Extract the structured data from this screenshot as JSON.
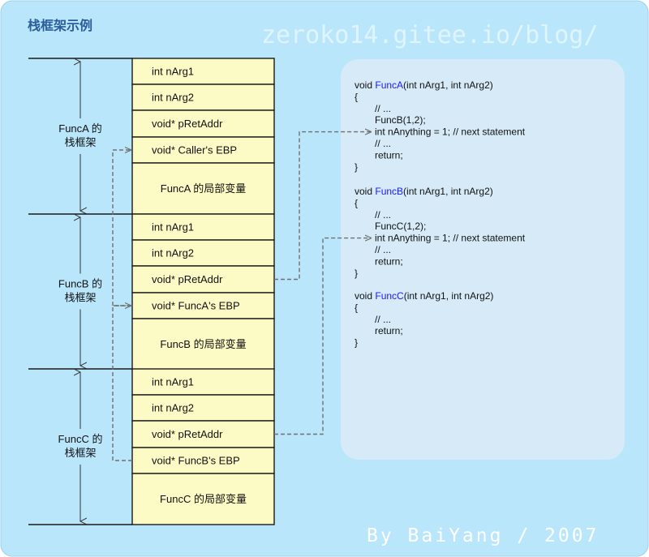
{
  "title": "栈框架示例",
  "watermark": "zeroko14.gitee.io/blog/",
  "byline": "By BaiYang / 2007",
  "colors": {
    "background": "#b9e6fb",
    "panel": "#d6ebf7",
    "cell_fill": "#fdfbc5",
    "cell_stroke": "#1a1a1a",
    "arrow": "#707070",
    "function_name": "#1a1aff"
  },
  "frames": [
    {
      "label_line1": "FuncA 的",
      "label_line2": "栈框架",
      "cells": [
        "int nArg1",
        "int nArg2",
        "void* pRetAddr",
        "void* Caller's EBP",
        "FuncA 的局部变量"
      ]
    },
    {
      "label_line1": "FuncB 的",
      "label_line2": "栈框架",
      "cells": [
        "int nArg1",
        "int nArg2",
        "void* pRetAddr",
        "void* FuncA's EBP",
        "FuncB 的局部变量"
      ]
    },
    {
      "label_line1": "FuncC 的",
      "label_line2": "栈框架",
      "cells": [
        "int nArg1",
        "int nArg2",
        "void* pRetAddr",
        "void* FuncB's EBP",
        "FuncC 的局部变量"
      ]
    }
  ],
  "code_blocks": [
    {
      "lines": [
        {
          "pre": "void ",
          "fn": "FuncA",
          "post": "(int nArg1, int nArg2)",
          "indent": 0
        },
        {
          "pre": "{",
          "indent": 0
        },
        {
          "pre": "// ...",
          "indent": 1
        },
        {
          "pre": "FuncB(1,2);",
          "indent": 1
        },
        {
          "pre": "int nAnything = 1; // next statement",
          "indent": 1
        },
        {
          "pre": "// ...",
          "indent": 1
        },
        {
          "pre": "return;",
          "indent": 1
        },
        {
          "pre": "}",
          "indent": 0
        }
      ]
    },
    {
      "lines": [
        {
          "pre": "void ",
          "fn": "FuncB",
          "post": "(int nArg1, int nArg2)",
          "indent": 0
        },
        {
          "pre": "{",
          "indent": 0
        },
        {
          "pre": "// ...",
          "indent": 1
        },
        {
          "pre": "FuncC(1,2);",
          "indent": 1
        },
        {
          "pre": "int nAnything = 1; // next statement",
          "indent": 1
        },
        {
          "pre": "// ...",
          "indent": 1
        },
        {
          "pre": "return;",
          "indent": 1
        },
        {
          "pre": "}",
          "indent": 0
        }
      ]
    },
    {
      "lines": [
        {
          "pre": "void ",
          "fn": "FuncC",
          "post": "(int nArg1, int nArg2)",
          "indent": 0
        },
        {
          "pre": "{",
          "indent": 0
        },
        {
          "pre": "// ...",
          "indent": 1
        },
        {
          "pre": "return;",
          "indent": 1
        },
        {
          "pre": "}",
          "indent": 0
        }
      ]
    }
  ]
}
